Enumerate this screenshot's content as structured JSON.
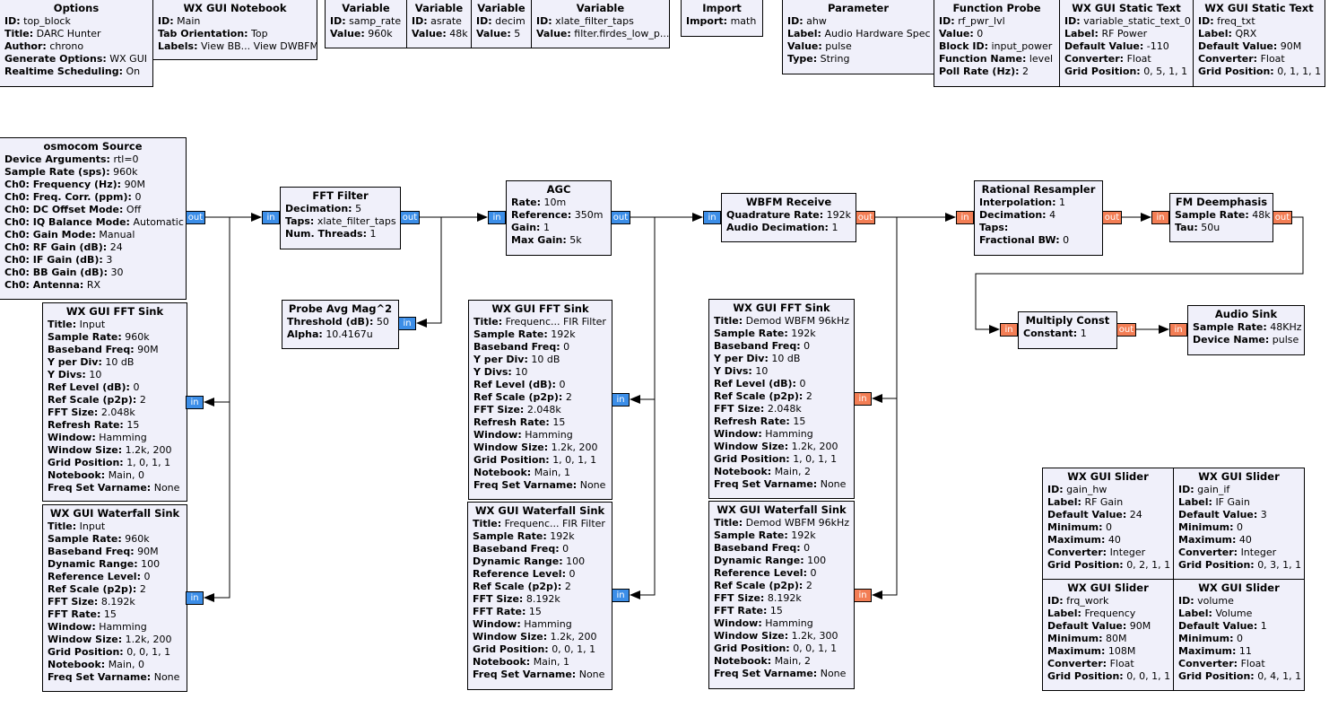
{
  "colors": {
    "block_bg": "#f0f0fa",
    "complex_port": "#3c8ee8",
    "float_port": "#f37e55",
    "wire": "#000000"
  },
  "blocks": {
    "options": {
      "title": "Options",
      "params": [
        {
          "name": "ID:",
          "value": "top_block"
        },
        {
          "name": "Title:",
          "value": "DARC Hunter"
        },
        {
          "name": "Author:",
          "value": "chrono"
        },
        {
          "name": "Generate Options:",
          "value": "WX GUI"
        },
        {
          "name": "Realtime Scheduling:",
          "value": "On"
        }
      ]
    },
    "notebook": {
      "title": "WX GUI Notebook",
      "params": [
        {
          "name": "ID:",
          "value": "Main"
        },
        {
          "name": "Tab Orientation:",
          "value": "Top"
        },
        {
          "name": "Labels:",
          "value": "View BB... View DWBFM"
        }
      ]
    },
    "var_samp_rate": {
      "title": "Variable",
      "params": [
        {
          "name": "ID:",
          "value": "samp_rate"
        },
        {
          "name": "Value:",
          "value": "960k"
        }
      ]
    },
    "var_asrate": {
      "title": "Variable",
      "params": [
        {
          "name": "ID:",
          "value": "asrate"
        },
        {
          "name": "Value:",
          "value": "48k"
        }
      ]
    },
    "var_decim": {
      "title": "Variable",
      "params": [
        {
          "name": "ID:",
          "value": "decim"
        },
        {
          "name": "Value:",
          "value": "5"
        }
      ]
    },
    "var_xlate": {
      "title": "Variable",
      "params": [
        {
          "name": "ID:",
          "value": "xlate_filter_taps"
        },
        {
          "name": "Value:",
          "value": "filter.firdes_low_p..."
        }
      ]
    },
    "import": {
      "title": "Import",
      "params": [
        {
          "name": "Import:",
          "value": "math"
        }
      ]
    },
    "parameter": {
      "title": "Parameter",
      "params": [
        {
          "name": "ID:",
          "value": "ahw"
        },
        {
          "name": "Label:",
          "value": "Audio Hardware Spec"
        },
        {
          "name": "Value:",
          "value": "pulse"
        },
        {
          "name": "Type:",
          "value": "String"
        }
      ]
    },
    "func_probe": {
      "title": "Function Probe",
      "params": [
        {
          "name": "ID:",
          "value": "rf_pwr_lvl"
        },
        {
          "name": "Value:",
          "value": "0"
        },
        {
          "name": "Block ID:",
          "value": "input_power"
        },
        {
          "name": "Function Name:",
          "value": "level"
        },
        {
          "name": "Poll Rate (Hz):",
          "value": "2"
        }
      ]
    },
    "static_text_0": {
      "title": "WX GUI Static Text",
      "params": [
        {
          "name": "ID:",
          "value": "variable_static_text_0"
        },
        {
          "name": "Label:",
          "value": "RF Power"
        },
        {
          "name": "Default Value:",
          "value": "-110"
        },
        {
          "name": "Converter:",
          "value": "Float"
        },
        {
          "name": "Grid Position:",
          "value": "0, 5, 1, 1"
        }
      ]
    },
    "static_text_1": {
      "title": "WX GUI Static Text",
      "params": [
        {
          "name": "ID:",
          "value": "freq_txt"
        },
        {
          "name": "Label:",
          "value": "QRX"
        },
        {
          "name": "Default Value:",
          "value": "90M"
        },
        {
          "name": "Converter:",
          "value": "Float"
        },
        {
          "name": "Grid Position:",
          "value": "0, 1, 1, 1"
        }
      ]
    },
    "osmocom": {
      "title": "osmocom Source",
      "params": [
        {
          "name": "Device Arguments:",
          "value": "rtl=0"
        },
        {
          "name": "Sample Rate (sps):",
          "value": "960k"
        },
        {
          "name": "Ch0: Frequency (Hz):",
          "value": "90M"
        },
        {
          "name": "Ch0: Freq. Corr. (ppm):",
          "value": "0"
        },
        {
          "name": "Ch0: DC Offset Mode:",
          "value": "Off"
        },
        {
          "name": "Ch0: IQ Balance Mode:",
          "value": "Automatic"
        },
        {
          "name": "Ch0: Gain Mode:",
          "value": "Manual"
        },
        {
          "name": "Ch0: RF Gain (dB):",
          "value": "24"
        },
        {
          "name": "Ch0: IF Gain (dB):",
          "value": "3"
        },
        {
          "name": "Ch0: BB Gain (dB):",
          "value": "30"
        },
        {
          "name": "Ch0: Antenna:",
          "value": "RX"
        }
      ]
    },
    "fft_filter": {
      "title": "FFT Filter",
      "params": [
        {
          "name": "Decimation:",
          "value": "5"
        },
        {
          "name": "Taps:",
          "value": "xlate_filter_taps"
        },
        {
          "name": "Num. Threads:",
          "value": "1"
        }
      ]
    },
    "agc": {
      "title": "AGC",
      "params": [
        {
          "name": "Rate:",
          "value": "10m"
        },
        {
          "name": "Reference:",
          "value": "350m"
        },
        {
          "name": "Gain:",
          "value": "1"
        },
        {
          "name": "Max Gain:",
          "value": "5k"
        }
      ]
    },
    "wbfm": {
      "title": "WBFM Receive",
      "params": [
        {
          "name": "Quadrature Rate:",
          "value": "192k"
        },
        {
          "name": "Audio Decimation:",
          "value": "1"
        }
      ]
    },
    "resampler": {
      "title": "Rational Resampler",
      "params": [
        {
          "name": "Interpolation:",
          "value": "1"
        },
        {
          "name": "Decimation:",
          "value": "4"
        },
        {
          "name": "Taps:",
          "value": ""
        },
        {
          "name": "Fractional BW:",
          "value": "0"
        }
      ]
    },
    "deemph": {
      "title": "FM Deemphasis",
      "params": [
        {
          "name": "Sample Rate:",
          "value": "48k"
        },
        {
          "name": "Tau:",
          "value": "50u"
        }
      ]
    },
    "probe_avg": {
      "title": "Probe Avg Mag^2",
      "params": [
        {
          "name": "Threshold (dB):",
          "value": "50"
        },
        {
          "name": "Alpha:",
          "value": "10.4167u"
        }
      ]
    },
    "mult_const": {
      "title": "Multiply Const",
      "params": [
        {
          "name": "Constant:",
          "value": "1"
        }
      ]
    },
    "audio_sink": {
      "title": "Audio Sink",
      "params": [
        {
          "name": "Sample Rate:",
          "value": "48KHz"
        },
        {
          "name": "Device Name:",
          "value": "pulse"
        }
      ]
    },
    "fft_sink_1": {
      "title": "WX GUI FFT Sink",
      "params": [
        {
          "name": "Title:",
          "value": "Input"
        },
        {
          "name": "Sample Rate:",
          "value": "960k"
        },
        {
          "name": "Baseband Freq:",
          "value": "90M"
        },
        {
          "name": "Y per Div:",
          "value": "10 dB"
        },
        {
          "name": "Y Divs:",
          "value": "10"
        },
        {
          "name": "Ref Level (dB):",
          "value": "0"
        },
        {
          "name": "Ref Scale (p2p):",
          "value": "2"
        },
        {
          "name": "FFT Size:",
          "value": "2.048k"
        },
        {
          "name": "Refresh Rate:",
          "value": "15"
        },
        {
          "name": "Window:",
          "value": "Hamming"
        },
        {
          "name": "Window Size:",
          "value": "1.2k, 200"
        },
        {
          "name": "Grid Position:",
          "value": "1, 0, 1, 1"
        },
        {
          "name": "Notebook:",
          "value": "Main, 0"
        },
        {
          "name": "Freq Set Varname:",
          "value": "None"
        }
      ]
    },
    "waterfall_1": {
      "title": "WX GUI Waterfall Sink",
      "params": [
        {
          "name": "Title:",
          "value": "Input"
        },
        {
          "name": "Sample Rate:",
          "value": "960k"
        },
        {
          "name": "Baseband Freq:",
          "value": "90M"
        },
        {
          "name": "Dynamic Range:",
          "value": "100"
        },
        {
          "name": "Reference Level:",
          "value": "0"
        },
        {
          "name": "Ref Scale (p2p):",
          "value": "2"
        },
        {
          "name": "FFT Size:",
          "value": "8.192k"
        },
        {
          "name": "FFT Rate:",
          "value": "15"
        },
        {
          "name": "Window:",
          "value": "Hamming"
        },
        {
          "name": "Window Size:",
          "value": "1.2k, 200"
        },
        {
          "name": "Grid Position:",
          "value": "0, 0, 1, 1"
        },
        {
          "name": "Notebook:",
          "value": "Main, 0"
        },
        {
          "name": "Freq Set Varname:",
          "value": "None"
        }
      ]
    },
    "fft_sink_2": {
      "title": "WX GUI FFT Sink",
      "params": [
        {
          "name": "Title:",
          "value": "Frequenc... FIR Filter"
        },
        {
          "name": "Sample Rate:",
          "value": "192k"
        },
        {
          "name": "Baseband Freq:",
          "value": "0"
        },
        {
          "name": "Y per Div:",
          "value": "10 dB"
        },
        {
          "name": "Y Divs:",
          "value": "10"
        },
        {
          "name": "Ref Level (dB):",
          "value": "0"
        },
        {
          "name": "Ref Scale (p2p):",
          "value": "2"
        },
        {
          "name": "FFT Size:",
          "value": "2.048k"
        },
        {
          "name": "Refresh Rate:",
          "value": "15"
        },
        {
          "name": "Window:",
          "value": "Hamming"
        },
        {
          "name": "Window Size:",
          "value": "1.2k, 200"
        },
        {
          "name": "Grid Position:",
          "value": "1, 0, 1, 1"
        },
        {
          "name": "Notebook:",
          "value": "Main, 1"
        },
        {
          "name": "Freq Set Varname:",
          "value": "None"
        }
      ]
    },
    "waterfall_2": {
      "title": "WX GUI Waterfall Sink",
      "params": [
        {
          "name": "Title:",
          "value": "Frequenc... FIR Filter"
        },
        {
          "name": "Sample Rate:",
          "value": "192k"
        },
        {
          "name": "Baseband Freq:",
          "value": "0"
        },
        {
          "name": "Dynamic Range:",
          "value": "100"
        },
        {
          "name": "Reference Level:",
          "value": "0"
        },
        {
          "name": "Ref Scale (p2p):",
          "value": "2"
        },
        {
          "name": "FFT Size:",
          "value": "8.192k"
        },
        {
          "name": "FFT Rate:",
          "value": "15"
        },
        {
          "name": "Window:",
          "value": "Hamming"
        },
        {
          "name": "Window Size:",
          "value": "1.2k, 200"
        },
        {
          "name": "Grid Position:",
          "value": "0, 0, 1, 1"
        },
        {
          "name": "Notebook:",
          "value": "Main, 1"
        },
        {
          "name": "Freq Set Varname:",
          "value": "None"
        }
      ]
    },
    "fft_sink_3": {
      "title": "WX GUI FFT Sink",
      "params": [
        {
          "name": "Title:",
          "value": "Demod WBFM 96kHz"
        },
        {
          "name": "Sample Rate:",
          "value": "192k"
        },
        {
          "name": "Baseband Freq:",
          "value": "0"
        },
        {
          "name": "Y per Div:",
          "value": "10 dB"
        },
        {
          "name": "Y Divs:",
          "value": "10"
        },
        {
          "name": "Ref Level (dB):",
          "value": "0"
        },
        {
          "name": "Ref Scale (p2p):",
          "value": "2"
        },
        {
          "name": "FFT Size:",
          "value": "2.048k"
        },
        {
          "name": "Refresh Rate:",
          "value": "15"
        },
        {
          "name": "Window:",
          "value": "Hamming"
        },
        {
          "name": "Window Size:",
          "value": "1.2k, 200"
        },
        {
          "name": "Grid Position:",
          "value": "1, 0, 1, 1"
        },
        {
          "name": "Notebook:",
          "value": "Main, 2"
        },
        {
          "name": "Freq Set Varname:",
          "value": "None"
        }
      ]
    },
    "waterfall_3": {
      "title": "WX GUI Waterfall Sink",
      "params": [
        {
          "name": "Title:",
          "value": "Demod WBFM 96kHz"
        },
        {
          "name": "Sample Rate:",
          "value": "192k"
        },
        {
          "name": "Baseband Freq:",
          "value": "0"
        },
        {
          "name": "Dynamic Range:",
          "value": "100"
        },
        {
          "name": "Reference Level:",
          "value": "0"
        },
        {
          "name": "Ref Scale (p2p):",
          "value": "2"
        },
        {
          "name": "FFT Size:",
          "value": "8.192k"
        },
        {
          "name": "FFT Rate:",
          "value": "15"
        },
        {
          "name": "Window:",
          "value": "Hamming"
        },
        {
          "name": "Window Size:",
          "value": "1.2k, 300"
        },
        {
          "name": "Grid Position:",
          "value": "0, 0, 1, 1"
        },
        {
          "name": "Notebook:",
          "value": "Main, 2"
        },
        {
          "name": "Freq Set Varname:",
          "value": "None"
        }
      ]
    },
    "slider_gain_hw": {
      "title": "WX GUI Slider",
      "params": [
        {
          "name": "ID:",
          "value": "gain_hw"
        },
        {
          "name": "Label:",
          "value": "RF Gain"
        },
        {
          "name": "Default Value:",
          "value": "24"
        },
        {
          "name": "Minimum:",
          "value": "0"
        },
        {
          "name": "Maximum:",
          "value": "40"
        },
        {
          "name": "Converter:",
          "value": "Integer"
        },
        {
          "name": "Grid Position:",
          "value": "0, 2, 1, 1"
        }
      ]
    },
    "slider_gain_if": {
      "title": "WX GUI Slider",
      "params": [
        {
          "name": "ID:",
          "value": "gain_if"
        },
        {
          "name": "Label:",
          "value": "IF Gain"
        },
        {
          "name": "Default Value:",
          "value": "3"
        },
        {
          "name": "Minimum:",
          "value": "0"
        },
        {
          "name": "Maximum:",
          "value": "40"
        },
        {
          "name": "Converter:",
          "value": "Integer"
        },
        {
          "name": "Grid Position:",
          "value": "0, 3, 1, 1"
        }
      ]
    },
    "slider_frq": {
      "title": "WX GUI Slider",
      "params": [
        {
          "name": "ID:",
          "value": "frq_work"
        },
        {
          "name": "Label:",
          "value": "Frequency"
        },
        {
          "name": "Default Value:",
          "value": "90M"
        },
        {
          "name": "Minimum:",
          "value": "80M"
        },
        {
          "name": "Maximum:",
          "value": "108M"
        },
        {
          "name": "Converter:",
          "value": "Float"
        },
        {
          "name": "Grid Position:",
          "value": "0, 0, 1, 1"
        }
      ]
    },
    "slider_volume": {
      "title": "WX GUI Slider",
      "params": [
        {
          "name": "ID:",
          "value": "volume"
        },
        {
          "name": "Label:",
          "value": "Volume"
        },
        {
          "name": "Default Value:",
          "value": "1"
        },
        {
          "name": "Minimum:",
          "value": "0"
        },
        {
          "name": "Maximum:",
          "value": "11"
        },
        {
          "name": "Converter:",
          "value": "Float"
        },
        {
          "name": "Grid Position:",
          "value": "0, 4, 1, 1"
        }
      ]
    }
  },
  "ports": {
    "in": "in",
    "out": "out"
  }
}
